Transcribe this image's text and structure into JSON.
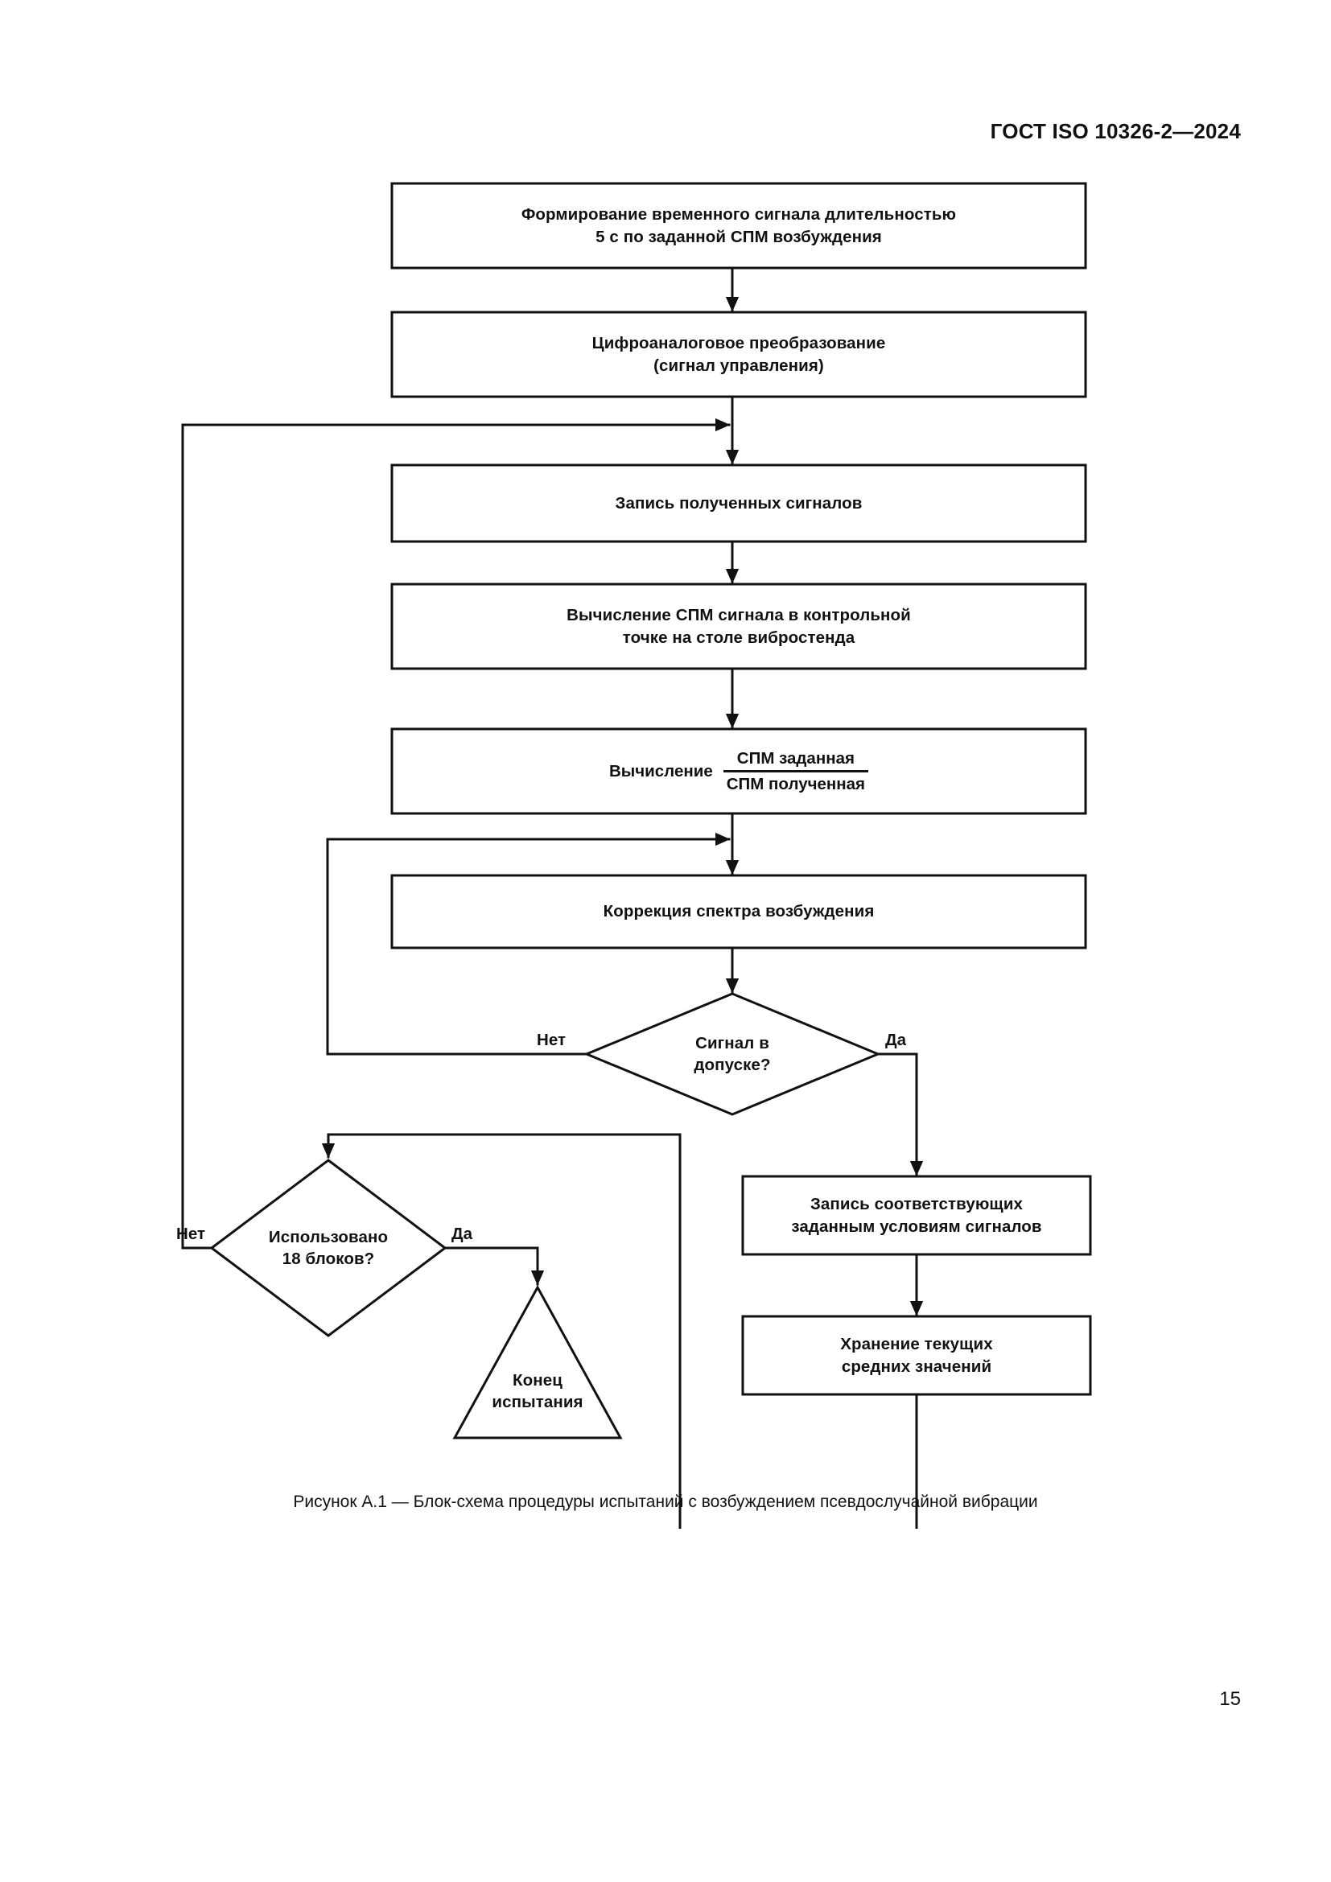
{
  "header": {
    "standard_title": "ГОСТ ISO 10326-2—2024"
  },
  "page_number": "15",
  "figure": {
    "caption": "Рисунок А.1 — Блок-схема процедуры испытаний с возбуждением псевдослучайной вибрации",
    "nodes": {
      "generate_signal": {
        "shape": "process",
        "line1": "Формирование временного сигнала длительностью",
        "line2": "5 с по заданной СПМ возбуждения"
      },
      "dac": {
        "shape": "process",
        "line1": "Цифроаналоговое преобразование",
        "line2": "(сигнал управления)"
      },
      "record_signals": {
        "shape": "process",
        "line1": "Запись полученных сигналов"
      },
      "compute_psd": {
        "shape": "process",
        "line1": "Вычисление СПМ сигнала в контрольной",
        "line2": "точке на столе вибростенда"
      },
      "compute_ratio": {
        "shape": "process",
        "prefix": "Вычисление",
        "numerator": "СПМ заданная",
        "denominator": "СПМ полученная"
      },
      "correct_spectrum": {
        "shape": "process",
        "line1": "Коррекция спектра возбуждения"
      },
      "signal_in_tolerance": {
        "shape": "decision",
        "line1": "Сигнал в",
        "line2": "допуске?"
      },
      "blocks_used": {
        "shape": "decision",
        "line1": "Использовано",
        "line2": "18 блоков?"
      },
      "record_matching": {
        "shape": "process",
        "line1": "Запись соответствующих",
        "line2": "заданным условиям сигналов"
      },
      "store_averages": {
        "shape": "process",
        "line1": "Хранение текущих",
        "line2": "средних значений"
      },
      "end_of_test": {
        "shape": "terminator-triangle",
        "line1": "Конец",
        "line2": "испытания"
      }
    },
    "edge_labels": {
      "tolerance_no": "Нет",
      "tolerance_yes": "Да",
      "blocks_no": "Нет",
      "blocks_yes": "Да"
    },
    "colors": {
      "stroke": "#111111",
      "text": "#111111",
      "background": "#ffffff"
    }
  }
}
